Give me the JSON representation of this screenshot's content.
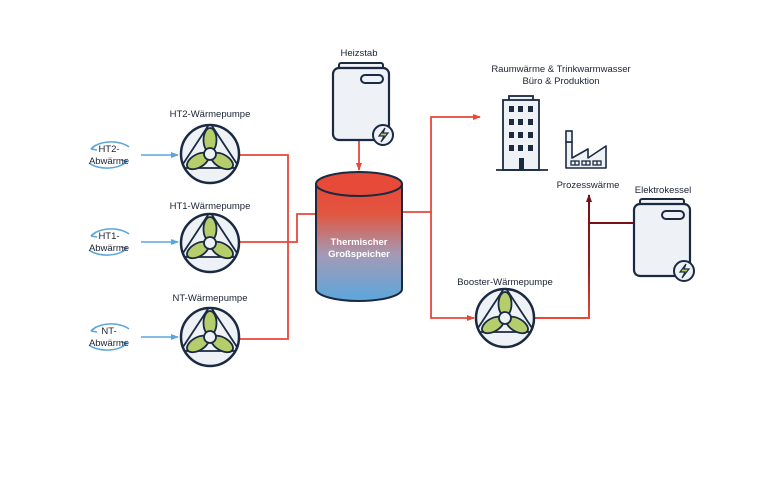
{
  "colors": {
    "hot_line": "#e8473a",
    "dark_red_line": "#7a1014",
    "cold_line": "#5aa5dc",
    "outline": "#1b2a40",
    "fill_light": "#eef2f7",
    "blade_green": "#b5ce6b",
    "tank_top": "#e84a3a",
    "tank_bottom": "#5ba7dd"
  },
  "sources": [
    {
      "id": "ht2",
      "label_line1": "HT2-",
      "label_line2": "Abwärme"
    },
    {
      "id": "ht1",
      "label_line1": "HT1-",
      "label_line2": "Abwärme"
    },
    {
      "id": "nt",
      "label_line1": "NT-",
      "label_line2": "Abwärme"
    }
  ],
  "heat_pumps": [
    {
      "id": "ht2",
      "label": "HT2-Wärmepumpe"
    },
    {
      "id": "ht1",
      "label": "HT1-Wärmepumpe"
    },
    {
      "id": "nt",
      "label": "NT-Wärmepumpe"
    }
  ],
  "heizstab": {
    "label": "Heizstab"
  },
  "storage": {
    "label_line1": "Thermischer",
    "label_line2": "Großspeicher"
  },
  "consumers": {
    "building_label_line1": "Raumwärme & Trinkwarmwasser",
    "building_label_line2": "Büro & Produktion",
    "process_label": "Prozesswärme"
  },
  "booster": {
    "label": "Booster-Wärmepumpe"
  },
  "elektrokessel": {
    "label": "Elektrokessel"
  }
}
